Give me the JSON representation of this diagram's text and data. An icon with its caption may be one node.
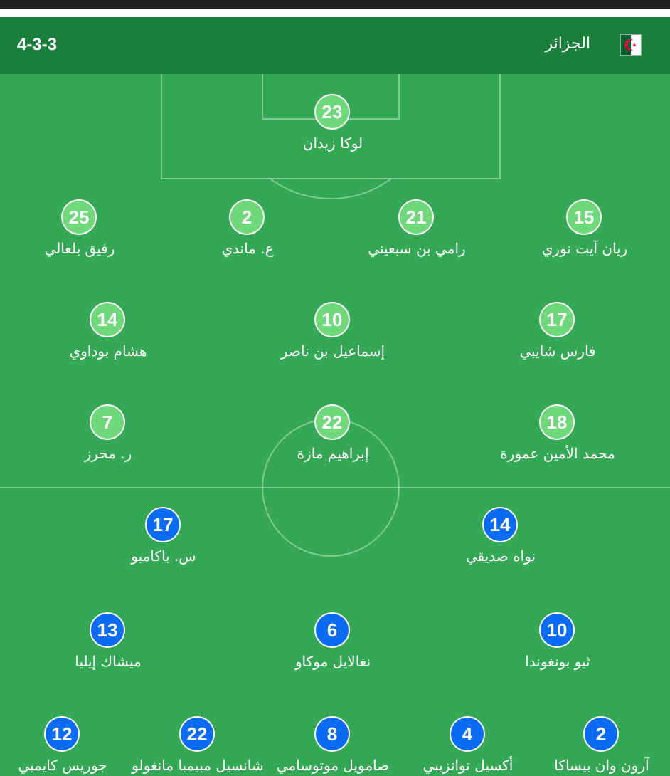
{
  "diagram": {
    "nodes": [
      {
        "text": [
          "23"
        ],
        "beside": [
          "لوكا زيدان"
        ]
      },
      {
        "text": [
          "25"
        ],
        "beside": [
          "رفيق بلعالي"
        ]
      },
      {
        "text": [
          "2"
        ],
        "beside": [
          "ع. ماندي"
        ]
      },
      {
        "text": [
          "21"
        ],
        "beside": [
          "رامي بن سبعيني"
        ]
      },
      {
        "text": [
          "15"
        ],
        "beside": [
          "ريان آيت نوري"
        ]
      },
      {
        "text": [
          "14"
        ],
        "beside": [
          "هشام بوداوي"
        ]
      },
      {
        "text": [
          "10"
        ],
        "beside": [
          "إسماعيل بن ناصر"
        ]
      },
      {
        "text": [
          "17"
        ],
        "beside": [
          "فارس شايبي"
        ]
      },
      {
        "text": [
          "7"
        ],
        "beside": [
          "ر. محرز"
        ]
      },
      {
        "text": [
          "22"
        ],
        "beside": [
          "إبراهيم مازة"
        ]
      },
      {
        "text": [
          "18"
        ],
        "beside": [
          "محمد الأمين عمورة"
        ]
      },
      {
        "text": [
          "17"
        ],
        "beside": [
          "س. باكامبو"
        ]
      },
      {
        "text": [
          "14"
        ],
        "beside": [
          "نواه صديقي"
        ]
      },
      {
        "text": [
          "13"
        ],
        "beside": [
          "ميشاك إيليا"
        ]
      },
      {
        "text": [
          "6"
        ],
        "beside": [
          "نغالايل موكاو"
        ]
      },
      {
        "text": [
          "10"
        ],
        "beside": [
          "ثيو بونغوندا"
        ]
      },
      {
        "text": [
          "12"
        ],
        "beside": [
          "جوريس كايمبي"
        ]
      },
      {
        "text": [
          "22"
        ],
        "beside": [
          "شانسيل مبيمبا مانغولو"
        ]
      },
      {
        "text": [
          "8"
        ],
        "beside": [
          "صامويل موتوسامي"
        ]
      },
      {
        "text": [
          "4"
        ],
        "beside": [
          "أكسيل توانزيبي"
        ]
      },
      {
        "text": [
          "2"
        ],
        "beside": [
          "آرون وان بيساكا"
        ]
      }
    ],
    "labels": [
      "4-3-3",
      "الجزائر"
    ]
  }
}
